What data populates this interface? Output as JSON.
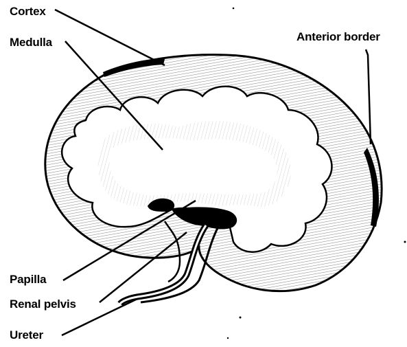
{
  "labels": {
    "cortex": "Cortex",
    "medulla": "Medulla",
    "anterior_border": "Anterior border",
    "papilla": "Papilla",
    "renal_pelvis": "Renal pelvis",
    "ureter": "Ureter"
  },
  "colors": {
    "ink": "#000000",
    "paper": "#ffffff"
  }
}
